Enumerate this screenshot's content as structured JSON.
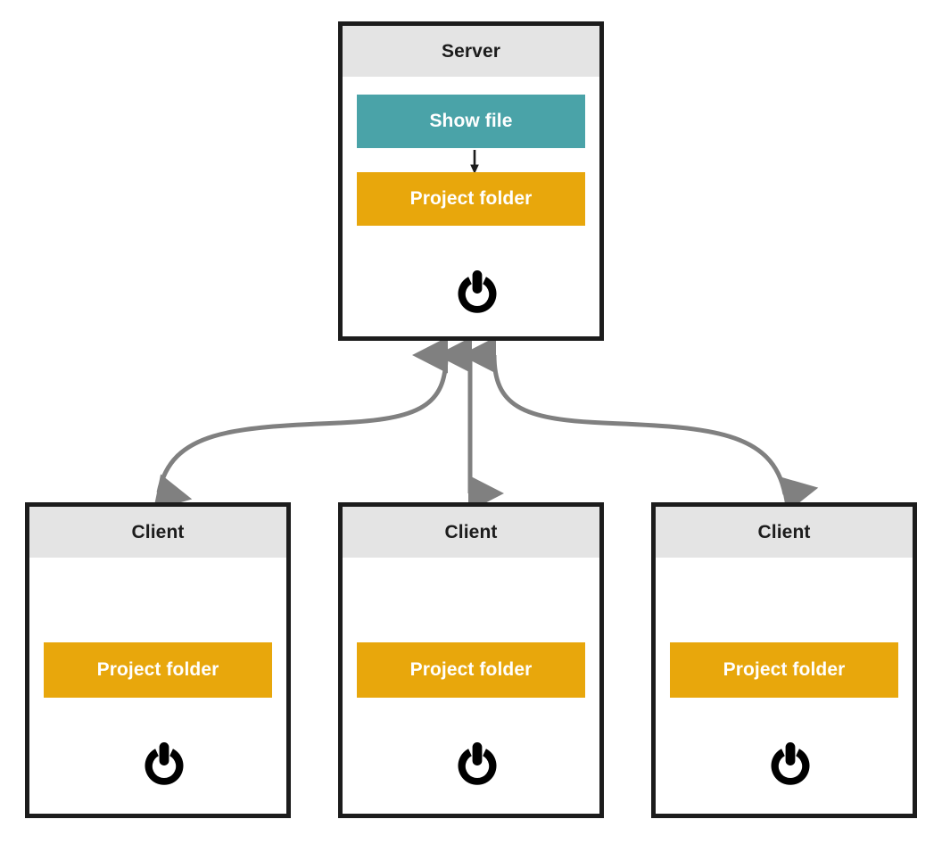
{
  "diagram": {
    "type": "client-server-architecture",
    "background_color": "#ffffff",
    "palette": {
      "box_border": "#1c1c1c",
      "header_band": "#e4e4e4",
      "teal": "#4aa3a8",
      "amber": "#e8a70c",
      "connector": "#808080",
      "text_dark": "#1c1c1c",
      "text_light": "#ffffff"
    }
  },
  "server": {
    "title": "Server",
    "bars": [
      {
        "label": "Show file",
        "color": "#4aa3a8"
      },
      {
        "label": "Project folder",
        "color": "#e8a70c"
      }
    ],
    "inner_arrow": {
      "from": "Show file",
      "to": "Project folder",
      "direction": "down",
      "color": "#1c1c1c"
    },
    "power_icon": "power-icon"
  },
  "clients": [
    {
      "title": "Client",
      "bars": [
        {
          "label": "Project folder",
          "color": "#e8a70c"
        }
      ],
      "power_icon": "power-icon"
    },
    {
      "title": "Client",
      "bars": [
        {
          "label": "Project folder",
          "color": "#e8a70c"
        }
      ],
      "power_icon": "power-icon"
    },
    {
      "title": "Client",
      "bars": [
        {
          "label": "Project folder",
          "color": "#e8a70c"
        }
      ],
      "power_icon": "power-icon"
    }
  ],
  "connections": [
    {
      "from": "server",
      "to": "client-1",
      "style": "curved",
      "arrows": "both",
      "color": "#808080"
    },
    {
      "from": "server",
      "to": "client-2",
      "style": "straight",
      "arrows": "both",
      "color": "#808080"
    },
    {
      "from": "server",
      "to": "client-3",
      "style": "curved",
      "arrows": "both",
      "color": "#808080"
    }
  ]
}
